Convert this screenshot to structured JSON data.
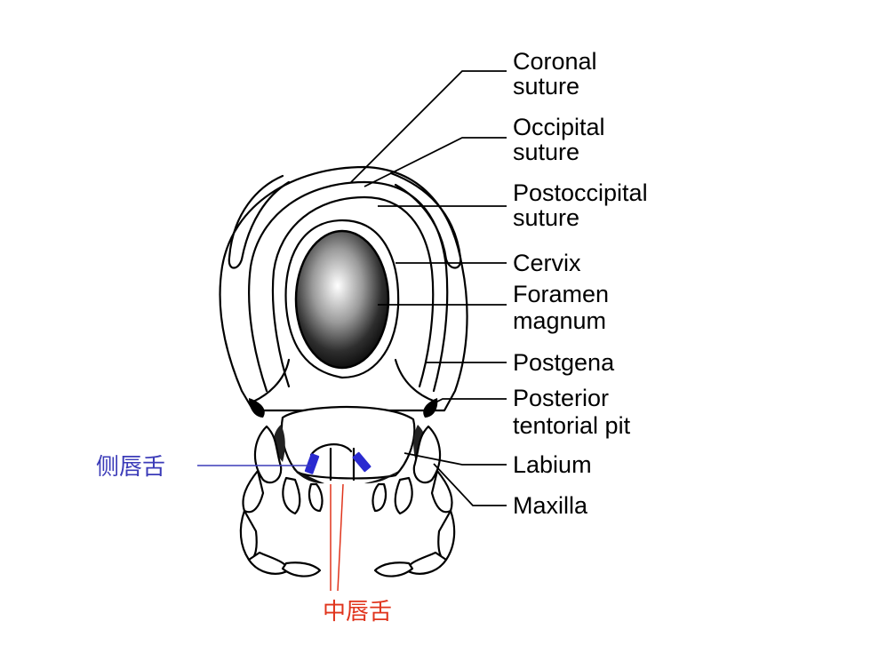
{
  "labels": {
    "coronal_1": "Coronal",
    "coronal_2": "suture",
    "occipital_1": "Occipital",
    "occipital_2": "suture",
    "postoccipital_1": "Postoccipital",
    "postoccipital_2": "suture",
    "cervix": "Cervix",
    "foramen_1": "Foramen",
    "foramen_2": "magnum",
    "postgena": "Postgena",
    "posterior_1": "Posterior",
    "posterior_2": "tentorial pit",
    "labium": "Labium",
    "maxilla": "Maxilla"
  },
  "annotations": {
    "paraglossa": "侧唇舌",
    "glossa": "中唇舌"
  },
  "colors": {
    "paraglossa": "#3b3bb8",
    "glossa": "#e0341c",
    "marker": "#2a2ad0"
  }
}
